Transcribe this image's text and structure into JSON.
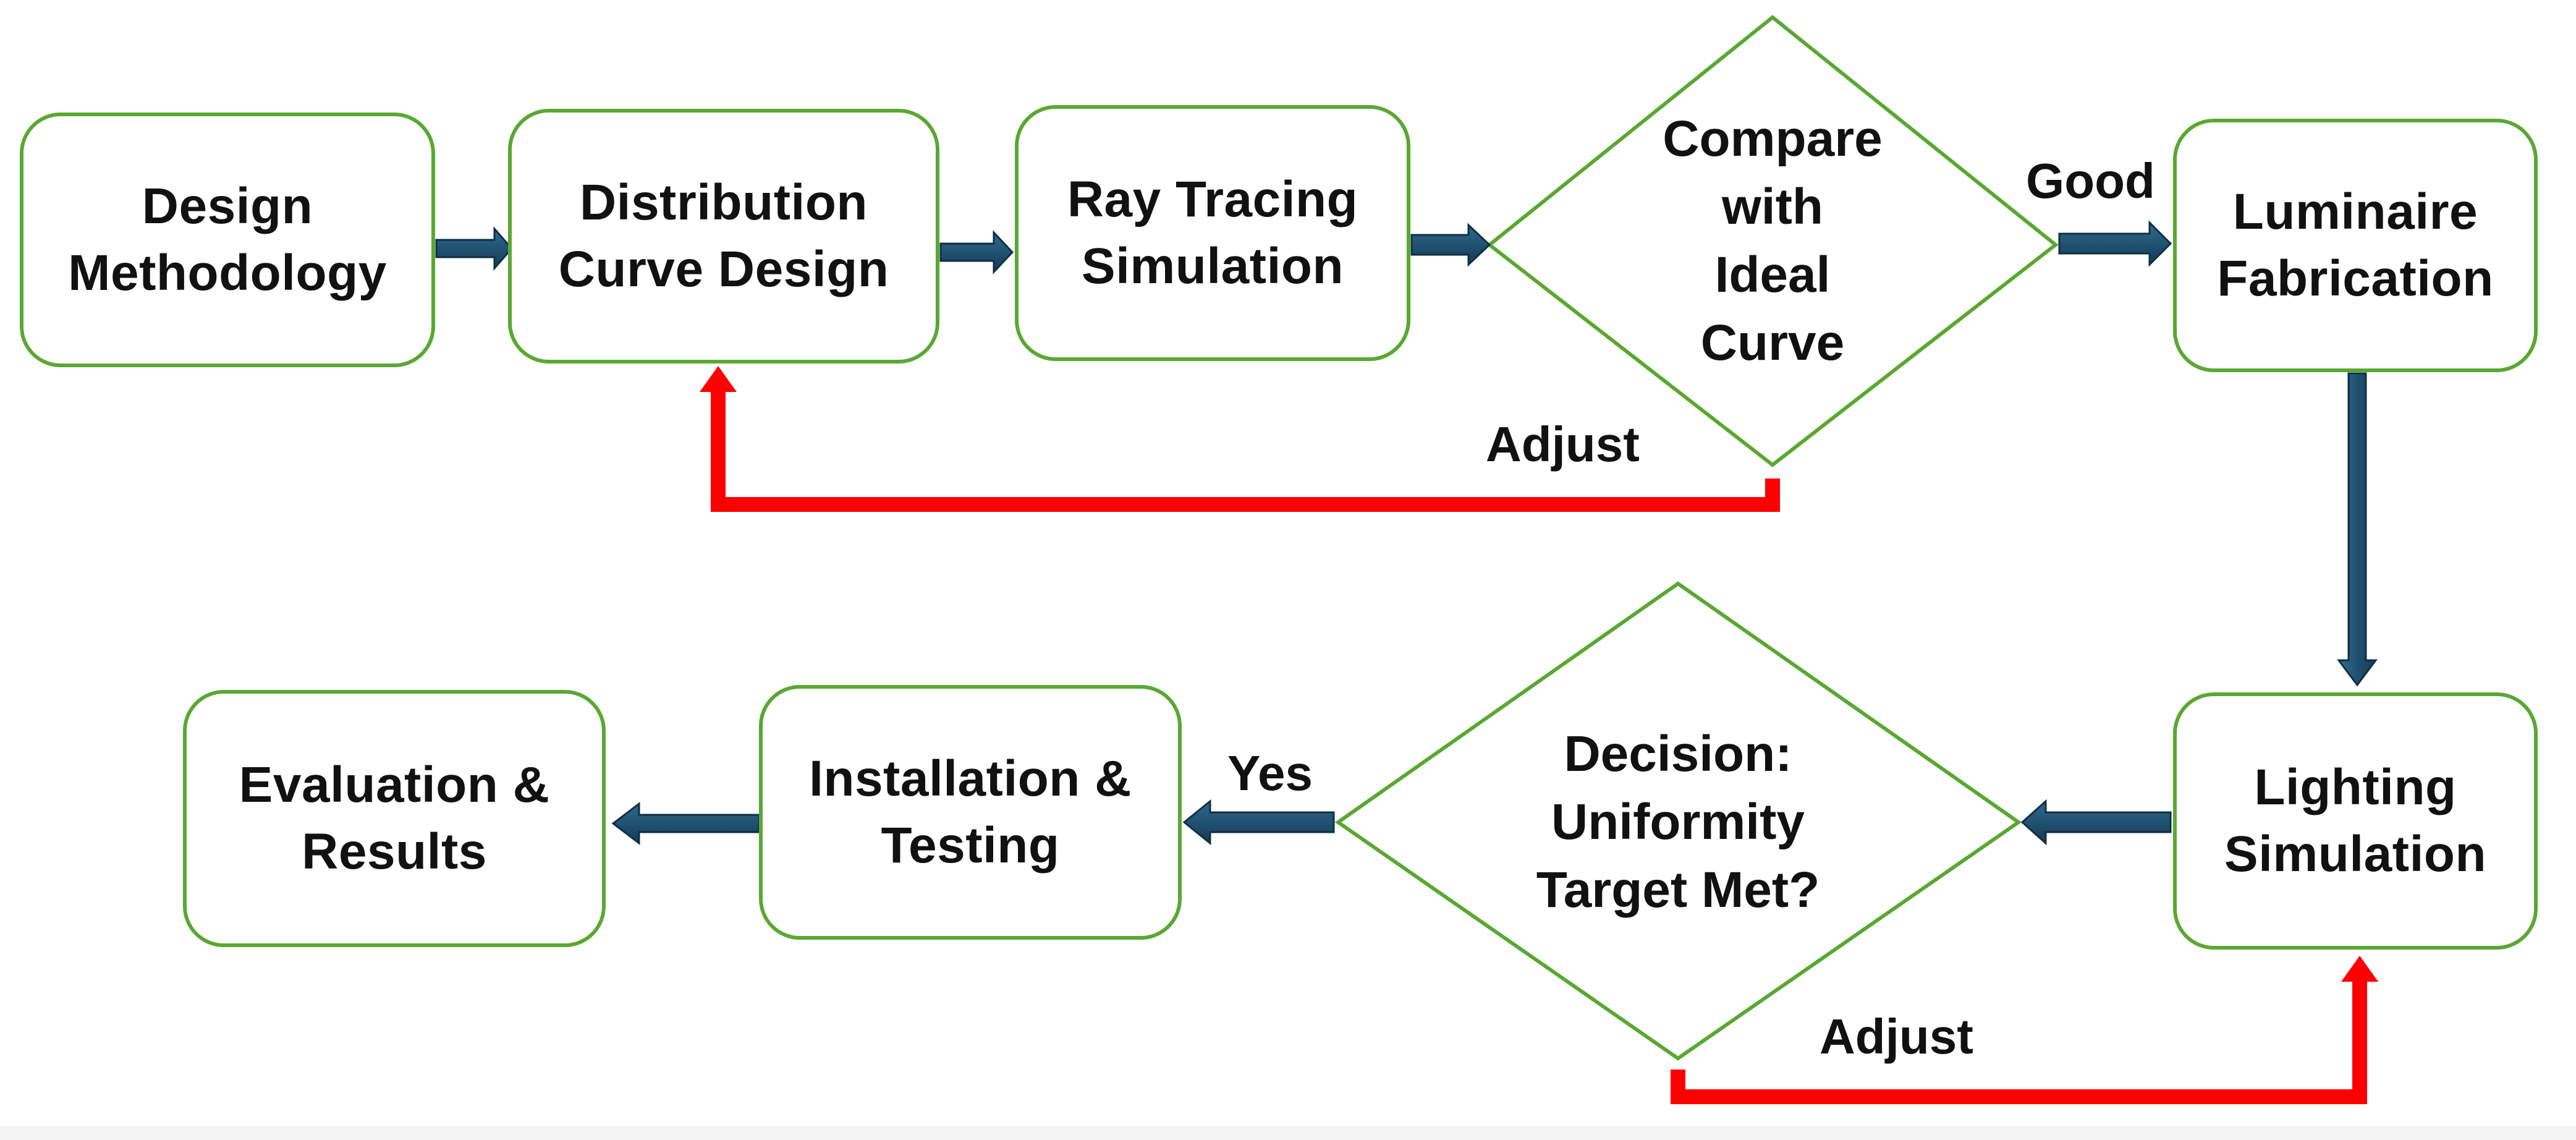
{
  "colors": {
    "node_border": "#5aa832",
    "flow_arrow": "#1b4a68",
    "feedback_arrow": "#ff0000",
    "text": "#111111"
  },
  "nodes": {
    "design_methodology": "Design\nMethodology",
    "distribution_curve_design": "Distribution\nCurve Design",
    "ray_tracing_simulation": "Ray Tracing\nSimulation",
    "compare_with_ideal_curve": "Compare\nwith\nIdeal\nCurve",
    "luminaire_fabrication": "Luminaire\nFabrication",
    "lighting_simulation": "Lighting\nSimulation",
    "decision_uniformity": "Decision:\nUniformity\nTarget Met?",
    "installation_testing": "Installation &\nTesting",
    "evaluation_results": "Evaluation &\nResults"
  },
  "edge_labels": {
    "good": "Good",
    "yes": "Yes",
    "adjust_top": "Adjust",
    "adjust_bottom": "Adjust"
  },
  "edges": [
    {
      "from": "design_methodology",
      "to": "distribution_curve_design"
    },
    {
      "from": "distribution_curve_design",
      "to": "ray_tracing_simulation"
    },
    {
      "from": "ray_tracing_simulation",
      "to": "compare_with_ideal_curve"
    },
    {
      "from": "compare_with_ideal_curve",
      "to": "luminaire_fabrication",
      "label": "Good"
    },
    {
      "from": "compare_with_ideal_curve",
      "to": "distribution_curve_design",
      "label": "Adjust",
      "kind": "feedback"
    },
    {
      "from": "luminaire_fabrication",
      "to": "lighting_simulation"
    },
    {
      "from": "lighting_simulation",
      "to": "decision_uniformity"
    },
    {
      "from": "decision_uniformity",
      "to": "installation_testing",
      "label": "Yes"
    },
    {
      "from": "decision_uniformity",
      "to": "lighting_simulation",
      "label": "Adjust",
      "kind": "feedback"
    },
    {
      "from": "installation_testing",
      "to": "evaluation_results"
    }
  ]
}
